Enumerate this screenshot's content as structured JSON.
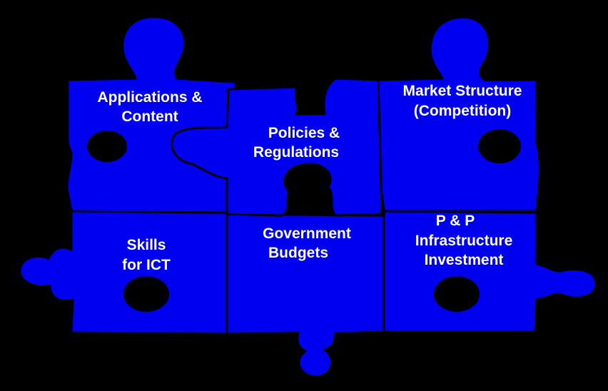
{
  "pieces": {
    "applications": {
      "line1": "Applications &",
      "line2": "Content"
    },
    "policies": {
      "line1": "Policies &",
      "line2": "Regulations"
    },
    "market": {
      "line1": "Market Structure",
      "line2": "(Competition)"
    },
    "skills": {
      "line1": "Skills",
      "line2": "for ICT"
    },
    "budgets": {
      "line1": "Government",
      "line2": "Budgets"
    },
    "infrastructure": {
      "line1": "P & P",
      "line2": "Infrastructure",
      "line3": "Investment"
    }
  },
  "colors": {
    "piece": "#0000f0",
    "background": "#000000",
    "text": "#ffffff"
  }
}
